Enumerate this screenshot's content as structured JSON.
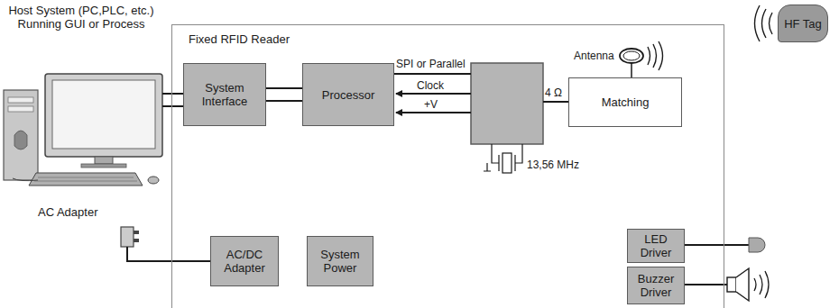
{
  "diagram": {
    "nodes": [
      {
        "text": [
          "Fixed RFID Reader"
        ]
      },
      {
        "text": [
          "System Interface"
        ],
        "in": 0
      },
      {
        "text": [
          "Processor"
        ],
        "in": 0
      },
      {
        "text": [
          "Matching"
        ],
        "in": 0
      },
      {
        "text": [
          "HF Tag"
        ]
      },
      {
        "text": [
          "AC/DC Adapter"
        ],
        "in": 0
      },
      {
        "text": [
          "System Power"
        ],
        "in": 0
      },
      {
        "text": [
          "LED Driver"
        ],
        "in": 0
      },
      {
        "text": [
          "Buzzer Driver"
        ],
        "in": 0
      }
    ],
    "edges": [
      {
        "from": 1,
        "to": 2,
        "arrow": "none"
      },
      {
        "from": 1,
        "to": 2,
        "arrow": "none"
      }
    ],
    "labels": [
      "Host System (PC,PLC, etc.) Running GUI or Process",
      "SPI or Parallel",
      "Clock",
      "+V",
      "4 Ω",
      "Antenna",
      "13,56 MHz",
      "AC Adapter"
    ]
  }
}
